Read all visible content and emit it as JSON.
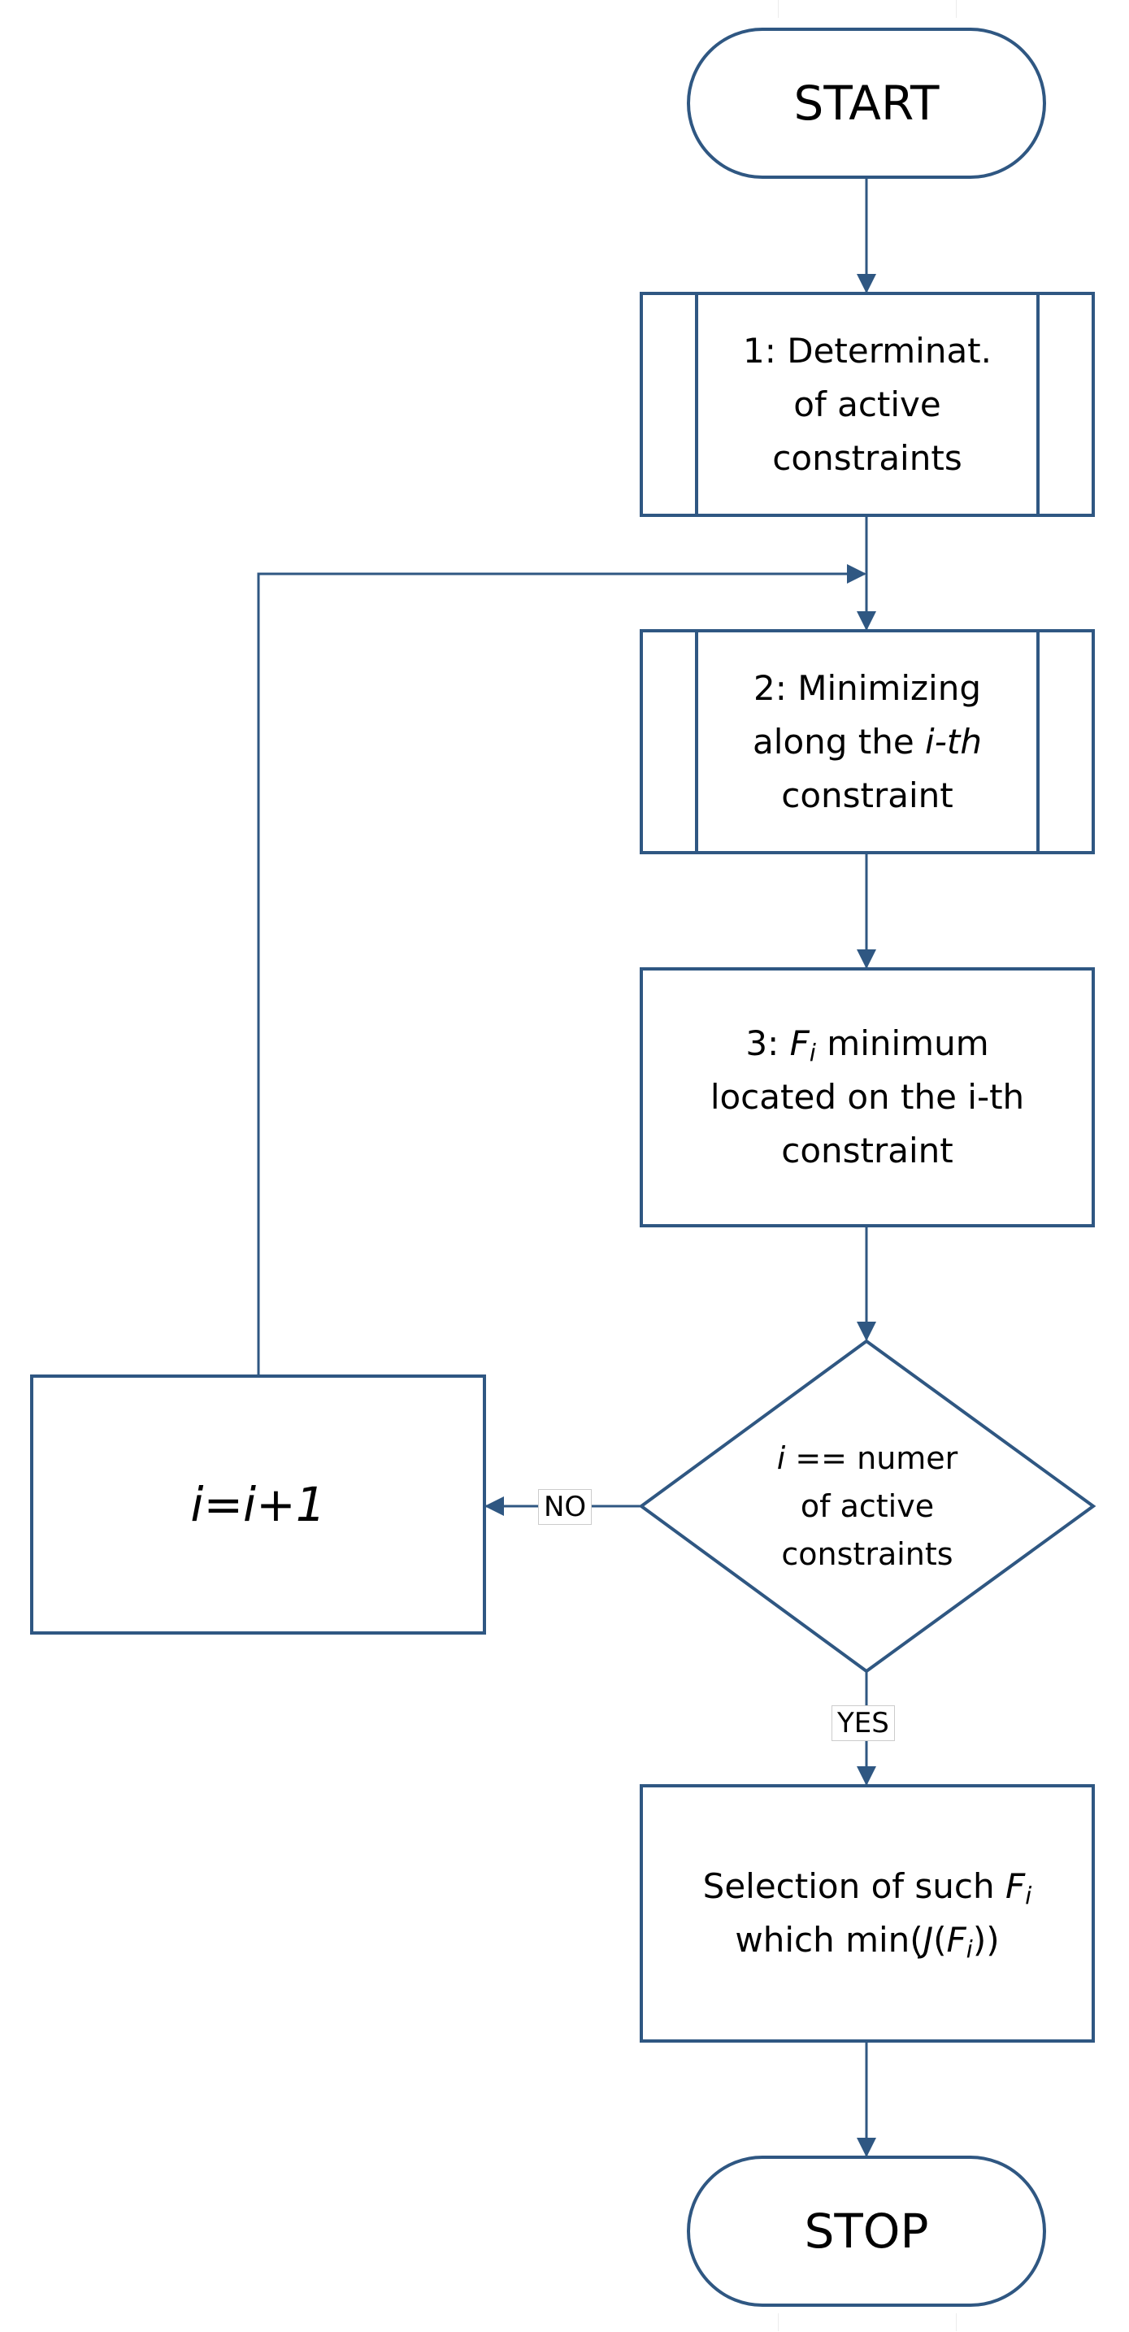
{
  "colors": {
    "stroke": "#2f5782",
    "fill": "#ffffff",
    "text": "#000000"
  },
  "nodes": {
    "start": {
      "label": "START"
    },
    "step1": {
      "line1": "1: Determinat.",
      "line2": "of active",
      "line3": "constraints"
    },
    "step2": {
      "line1": "2: Minimizing",
      "line2_pre": "along the ",
      "line2_italic": "i-th",
      "line3": "constraint"
    },
    "step3": {
      "line1_pre": "3: ",
      "line1_var": "F",
      "line1_sub": "i",
      "line1_post": " minimum",
      "line2": "located on the i-th",
      "line3": "constraint"
    },
    "decision": {
      "line1_var": "i",
      "line1_post": " == numer",
      "line2": "of active",
      "line3": "constraints"
    },
    "increment": {
      "label": "i=i+1"
    },
    "select": {
      "line1_pre": "Selection of such ",
      "line1_var": "F",
      "line1_sub": "i",
      "line2_pre": "which min(",
      "line2_func": "J",
      "line2_open": "(",
      "line2_var": "F",
      "line2_sub": "i",
      "line2_close": "))"
    },
    "stop": {
      "label": "STOP"
    }
  },
  "edges": {
    "no_label": "NO",
    "yes_label": "YES"
  }
}
